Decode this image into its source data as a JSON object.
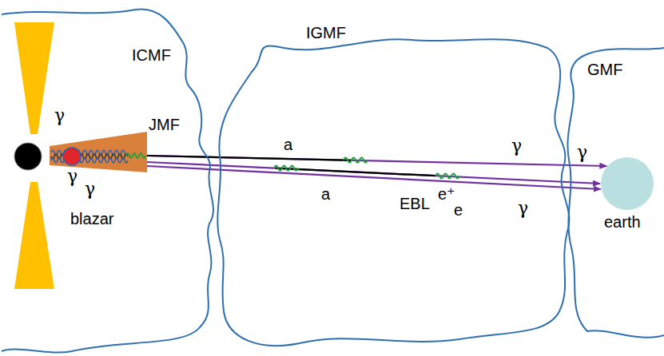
{
  "diagram": {
    "nodes": [
      {
        "text": [
          "ICMF"
        ]
      },
      {
        "text": [
          "blazar"
        ],
        "in": 0
      },
      {
        "text": [
          "JMF"
        ],
        "in": 0
      },
      {
        "text": [
          "IGMF"
        ]
      },
      {
        "text": [
          "GMF"
        ]
      },
      {
        "text": [
          "earth"
        ],
        "in": 4
      }
    ],
    "edges": [
      {
        "from": 2,
        "to": 5,
        "arrow": "to"
      },
      {
        "from": 2,
        "to": 5,
        "arrow": "to"
      },
      {
        "from": 2,
        "to": 5,
        "arrow": "to"
      }
    ],
    "labels": [
      "γ",
      "γ",
      "γ",
      "a",
      "a",
      "γ",
      "γ",
      "γ",
      "e⁺",
      "EBL",
      "e"
    ]
  }
}
